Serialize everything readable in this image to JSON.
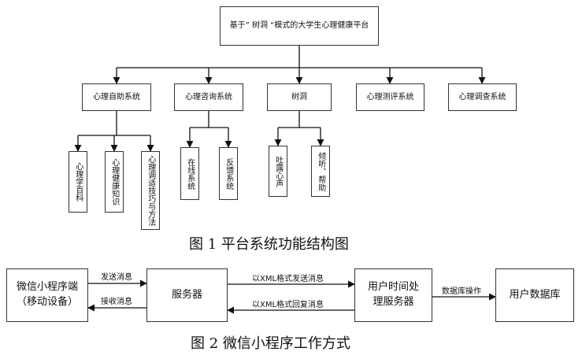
{
  "figure1": {
    "root": "基于” 树洞 “模式的大学生心理健康平台",
    "modules": [
      "心理自助系统",
      "心理咨询系统",
      "树洞",
      "心理测评系统",
      "心理调查系统"
    ],
    "self_help_children": [
      "心理学百科",
      "心理健康知识",
      "心理调适技巧与方法"
    ],
    "counseling_children": [
      "在线系统",
      "反馈系统"
    ],
    "treehole_children": [
      "吐露心声",
      "倾听、帮助"
    ],
    "caption": "图 1 平台系统功能结构图"
  },
  "figure2": {
    "nodes": {
      "client": "微信小程序端（移动设备）",
      "server": "服务器",
      "handler": "用户时间处理服务器",
      "database": "用户数据库"
    },
    "edges": {
      "send_message": "发送消息",
      "receive_message": "接收消息",
      "send_xml": "以XML格式发送消息",
      "reply_xml": "以XML格式回复消息",
      "db_operation": "数据库操作"
    },
    "caption": "图 2 微信小程序工作方式"
  }
}
